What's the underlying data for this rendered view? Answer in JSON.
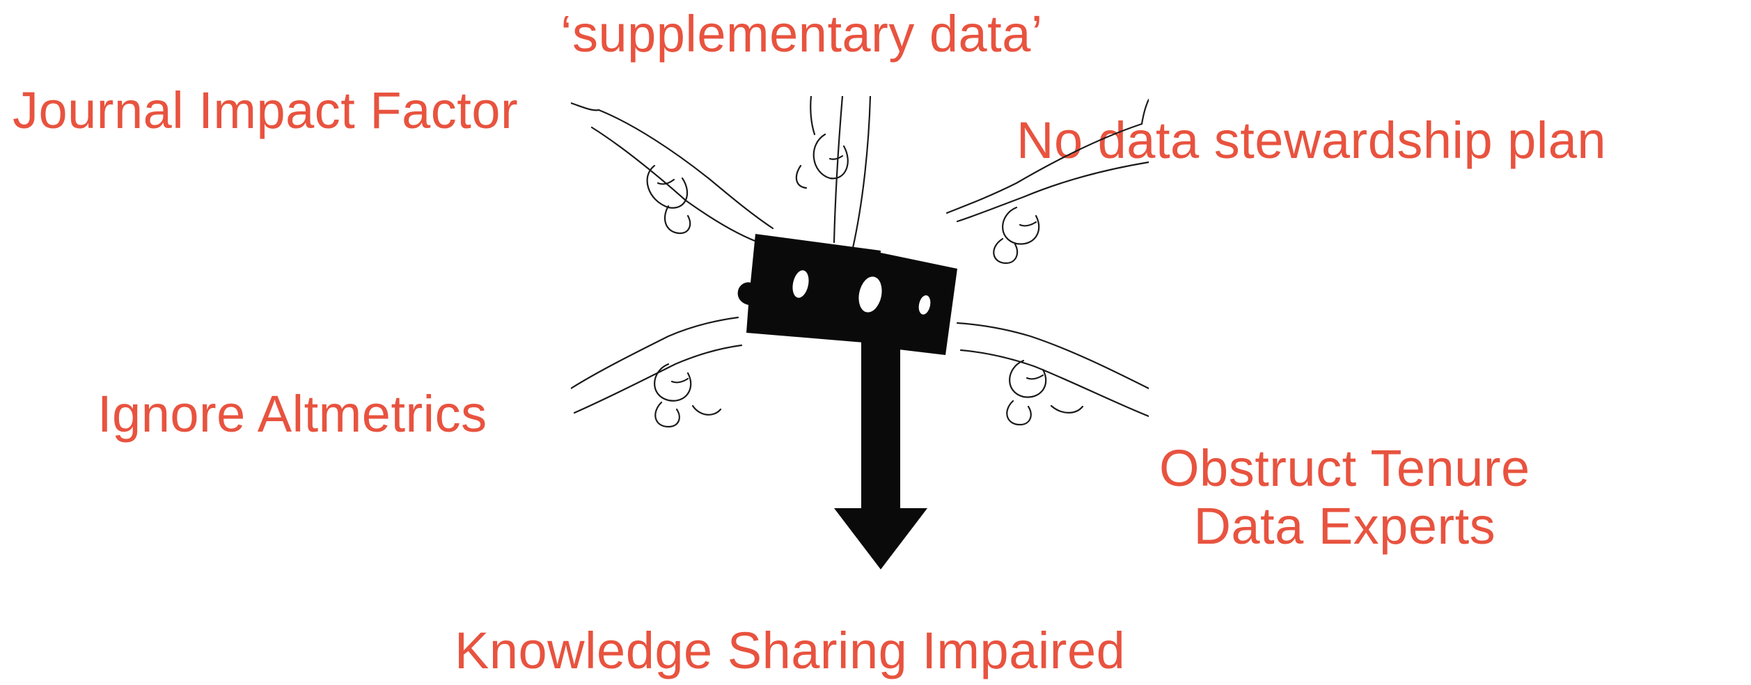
{
  "labels": {
    "top": "‘supplementary data’",
    "journal_impact_factor": "Journal Impact Factor",
    "no_data_stewardship_plan": "No data stewardship plan",
    "ignore_altmetrics": "Ignore Altmetrics",
    "obstruct_tenure": {
      "line1": "Obstruct Tenure",
      "line2": "Data Experts"
    },
    "knowledge_sharing": "Knowledge Sharing Impaired"
  },
  "illustration": {
    "description_icon": "pointing-hands-puzzle-icon",
    "arrow_icon": "down-arrow-icon"
  },
  "colors": {
    "label": "#e8533f",
    "ink": "#0a0a0a",
    "background": "#ffffff"
  }
}
